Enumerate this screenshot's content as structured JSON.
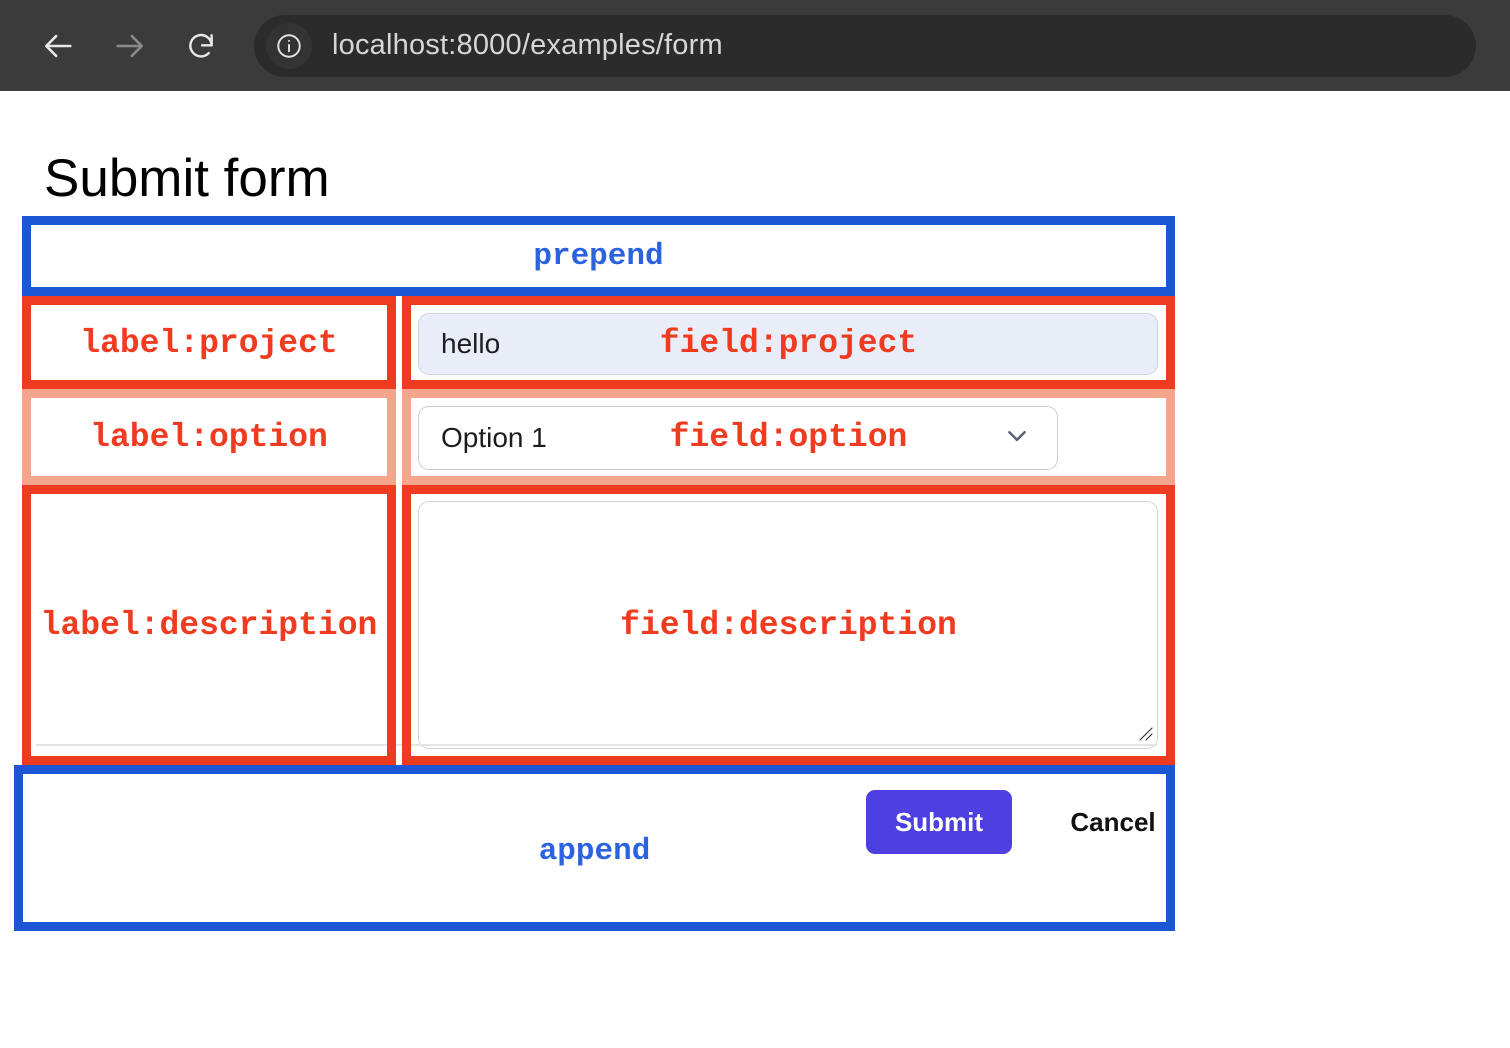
{
  "browser": {
    "back_icon": "arrow-left-icon",
    "forward_icon": "arrow-right-icon",
    "reload_icon": "reload-icon",
    "site_info_icon": "info-circle-icon",
    "url": "localhost:8000/examples/form"
  },
  "page": {
    "title": "Submit form"
  },
  "overlays": {
    "prepend": {
      "label": "prepend",
      "color": "#1a56d6"
    },
    "label_project": {
      "label": "label:project",
      "color": "#ef3b1f"
    },
    "field_project": {
      "label": "field:project",
      "color": "#ef3b1f"
    },
    "label_option": {
      "label": "label:option",
      "color": "#f4a58c"
    },
    "field_option": {
      "label": "field:option",
      "color": "#f4a58c"
    },
    "label_description": {
      "label": "label:description",
      "color": "#ef3b1f"
    },
    "field_description": {
      "label": "field:description",
      "color": "#ef3b1f"
    },
    "append": {
      "label": "append",
      "color": "#1a56d6"
    }
  },
  "form": {
    "project": {
      "value": "hello",
      "placeholder": ""
    },
    "option": {
      "selected": "Option 1",
      "chevron_icon": "chevron-down-icon"
    },
    "description": {
      "value": "",
      "placeholder": ""
    },
    "submit_label": "Submit",
    "cancel_label": "Cancel",
    "submit_color": "#4d3fe0"
  }
}
